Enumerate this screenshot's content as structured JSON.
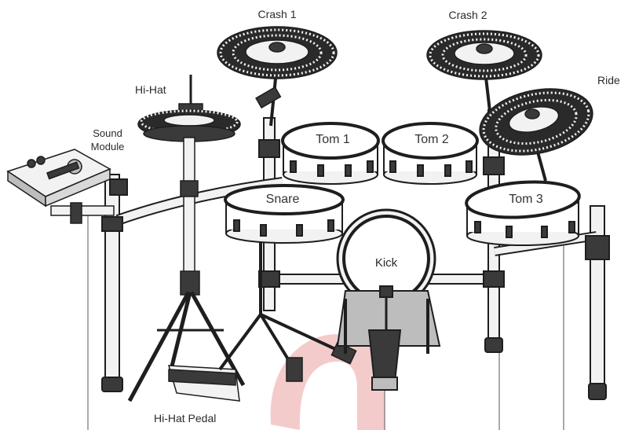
{
  "labels": {
    "crash1": "Crash 1",
    "crash2": "Crash 2",
    "ride": "Ride",
    "hihat": "Hi-Hat",
    "sound_module_line1": "Sound",
    "sound_module_line2": "Module",
    "tom1": "Tom 1",
    "tom2": "Tom 2",
    "tom3": "Tom 3",
    "snare": "Snare",
    "kick": "Kick",
    "hihat_pedal": "Hi-Hat Pedal"
  },
  "colors": {
    "line": "#1e1e1e",
    "fill_light": "#f2f2f2",
    "fill_mid": "#bdbdbd",
    "fill_dark": "#3a3a3a",
    "watermark": "#e06a6a"
  }
}
